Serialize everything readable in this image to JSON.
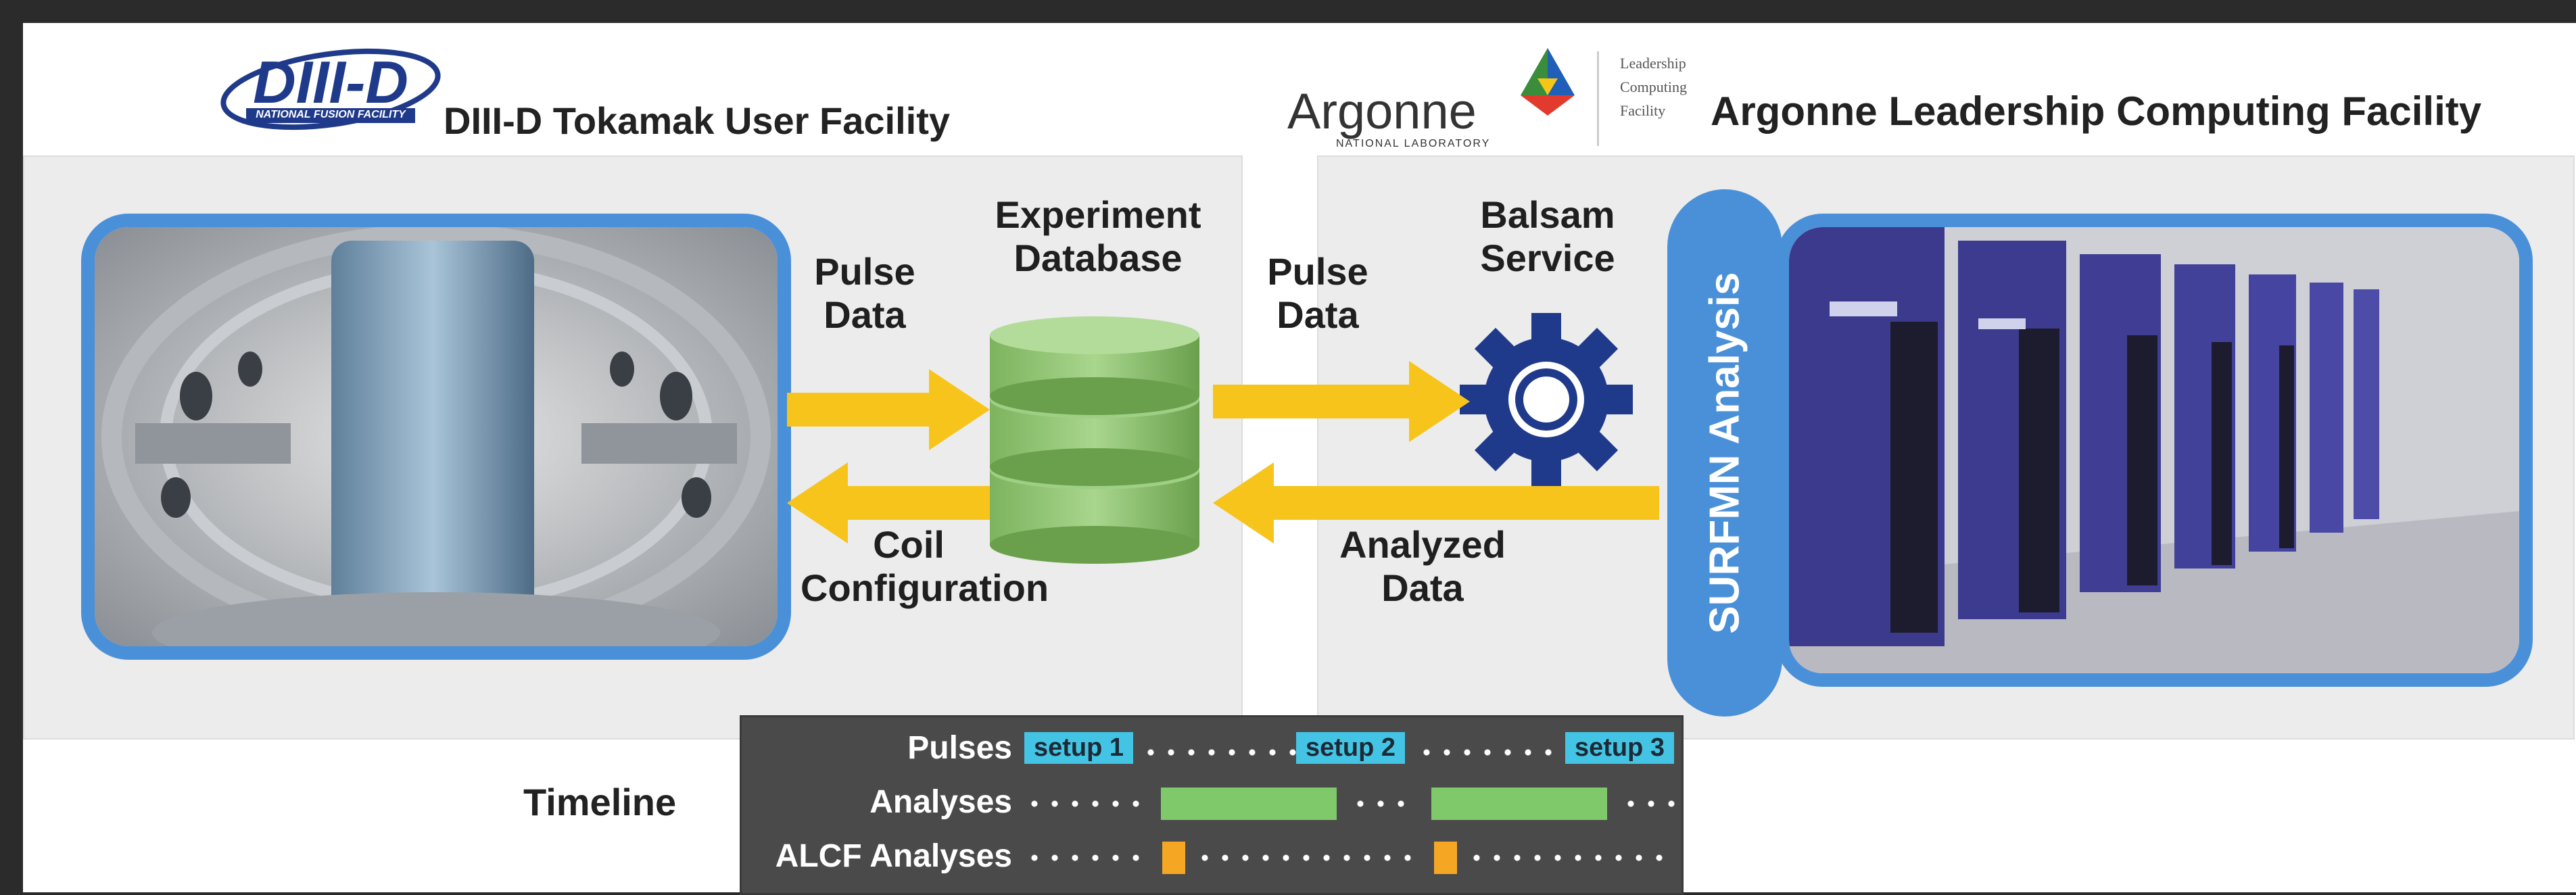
{
  "left_facility": {
    "logo_text": "DIII-D",
    "logo_subtext": "NATIONAL FUSION FACILITY",
    "title": "DIII-D Tokamak User Facility"
  },
  "right_facility": {
    "logo_text": "Argonne",
    "logo_subtext": "NATIONAL LABORATORY",
    "logo_side_text": [
      "Leadership",
      "Computing",
      "Facility"
    ],
    "title": "Argonne Leadership Computing Facility"
  },
  "nodes": {
    "database": "Experiment Database",
    "balsam": "Balsam Service",
    "surfmn": "SURFMN Analysis"
  },
  "arrows": {
    "pulse_data_1": "Pulse Data",
    "coil_config": "Coil Configuration",
    "pulse_data_2": "Pulse Data",
    "analyzed_data": "Analyzed Data"
  },
  "timeline": {
    "label": "Timeline",
    "rows": {
      "pulses": "Pulses",
      "analyses": "Analyses",
      "alcf": "ALCF Analyses"
    },
    "setups": [
      "setup 1",
      "setup 2",
      "setup 3"
    ]
  },
  "colors": {
    "arrow": "#f7c41c",
    "frame": "#4a90d9",
    "database": "#8cc473",
    "gear": "#1f3a8a",
    "setup": "#44c4e4",
    "analysis": "#7fc96b",
    "alcf_analysis": "#f5a623"
  }
}
